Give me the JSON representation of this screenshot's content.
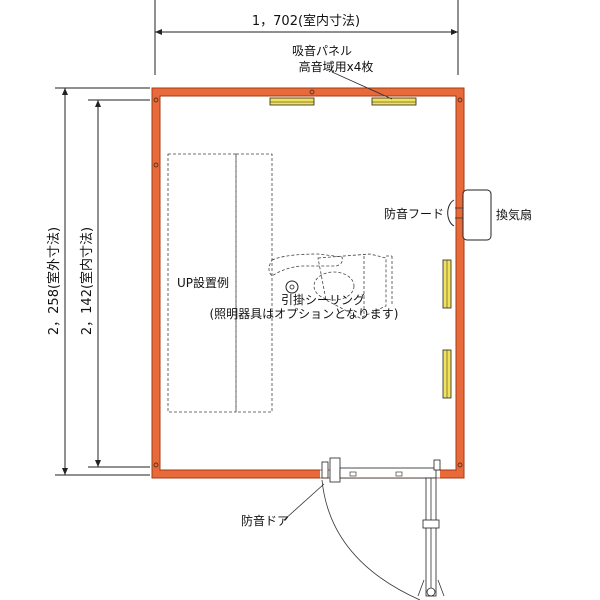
{
  "dimensions": {
    "width_interior": "1，702(室内寸法)",
    "height_exterior": "2，258(室外寸法)",
    "height_interior": "2，142(室内寸法)"
  },
  "labels": {
    "acoustic_panel_line1": "吸音パネル",
    "acoustic_panel_line2": "高音域用x4枚",
    "soundproof_hood": "防音フード",
    "ventilation_fan": "換気扇",
    "up_example": "UP設置例",
    "ceiling_hook": "引掛シーリング",
    "lighting_note": "(照明器具はオプションとなります)",
    "soundproof_door": "防音ドア"
  },
  "colors": {
    "wall_fill": "#e8693a",
    "wall_stroke": "#a33a10",
    "panel_fill": "#f2e15a",
    "line": "#222222"
  }
}
